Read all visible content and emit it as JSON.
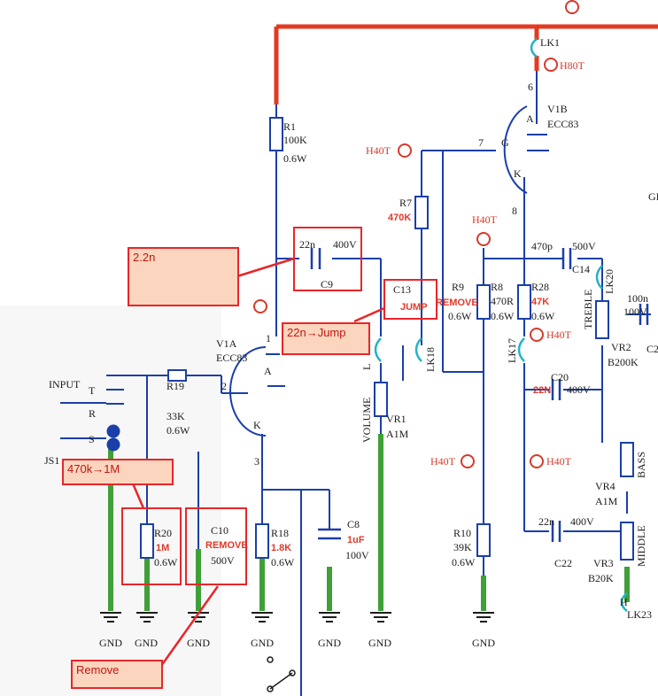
{
  "annotations": {
    "note_2_2n": "2.2n",
    "note_22n_jump": "22n→Jump",
    "note_470k_1m": "470k→1M",
    "note_remove": "Remove"
  },
  "labels": {
    "r1": "R1",
    "r1_val": "100K",
    "r1_pow": "0.6W",
    "lk1": "LK1",
    "h80t": "H80T",
    "v1b": "V1B",
    "v1b_tube": "ECC83",
    "pin6": "6",
    "pin7": "7",
    "pin8": "8",
    "pin_a": "A",
    "pin_g": "G",
    "pin_k": "K",
    "h40t": "H40T",
    "r7": "R7",
    "r7_val": "470K",
    "c9_cap": "22n",
    "c9_v": "400V",
    "c9": "C9",
    "c13": "C13",
    "c13_note": "JUMP",
    "r9": "R9",
    "r9_note": "REMOVE",
    "r9_pow": "0.6W",
    "r8": "R8",
    "r8_val": "470R",
    "r8_pow": "0.6W",
    "r28": "R28",
    "r28_val": "47K",
    "r28_pow": "0.6W",
    "c14_cap": "470p",
    "c14_v": "500V",
    "c14": "C14",
    "lk20": "LK20",
    "lk17": "LK17",
    "lk18": "LK18",
    "lk23": "LK23",
    "lk_l": "L",
    "cap_100n": "100n",
    "cap_100v": "100V",
    "c2x": "C2",
    "treble": "TREBLE",
    "vr2": "VR2",
    "vr2_val": "B200K",
    "c20": "C20",
    "c20_cap": "22N",
    "c20_v": "400V",
    "bass": "BASS",
    "vr4": "VR4",
    "vr4_val": "A1M",
    "c22_cap": "22n",
    "c22_v": "400V",
    "c22": "C22",
    "middle": "MIDDLE",
    "vr3": "VR3",
    "vr3_val": "B20K",
    "v1a": "V1A",
    "v1a_tube": "ECC83",
    "pin1": "1",
    "pin2": "2",
    "pin3": "3",
    "input": "INPUT",
    "t": "T",
    "r": "R",
    "s": "S",
    "js1": "JS1",
    "r19": "R19",
    "r19_val": "33K",
    "r19_pow": "0.6W",
    "r20": "R20",
    "r20_val": "1M",
    "r20_pow": "0.6W",
    "c10": "C10",
    "c10_note": "REMOVE",
    "c10_v": "500V",
    "r18": "R18",
    "r18_val": "1.8K",
    "r18_pow": "0.6W",
    "c8": "C8",
    "c8_val": "1uF",
    "c8_v": "100V",
    "volume": "VOLUME",
    "vr1": "VR1",
    "vr1_val": "A1M",
    "r10": "R10",
    "r10_val": "39K",
    "r10_pow": "0.6W",
    "gnd": "GND",
    "gl": "GI",
    "h_lower": "H"
  }
}
